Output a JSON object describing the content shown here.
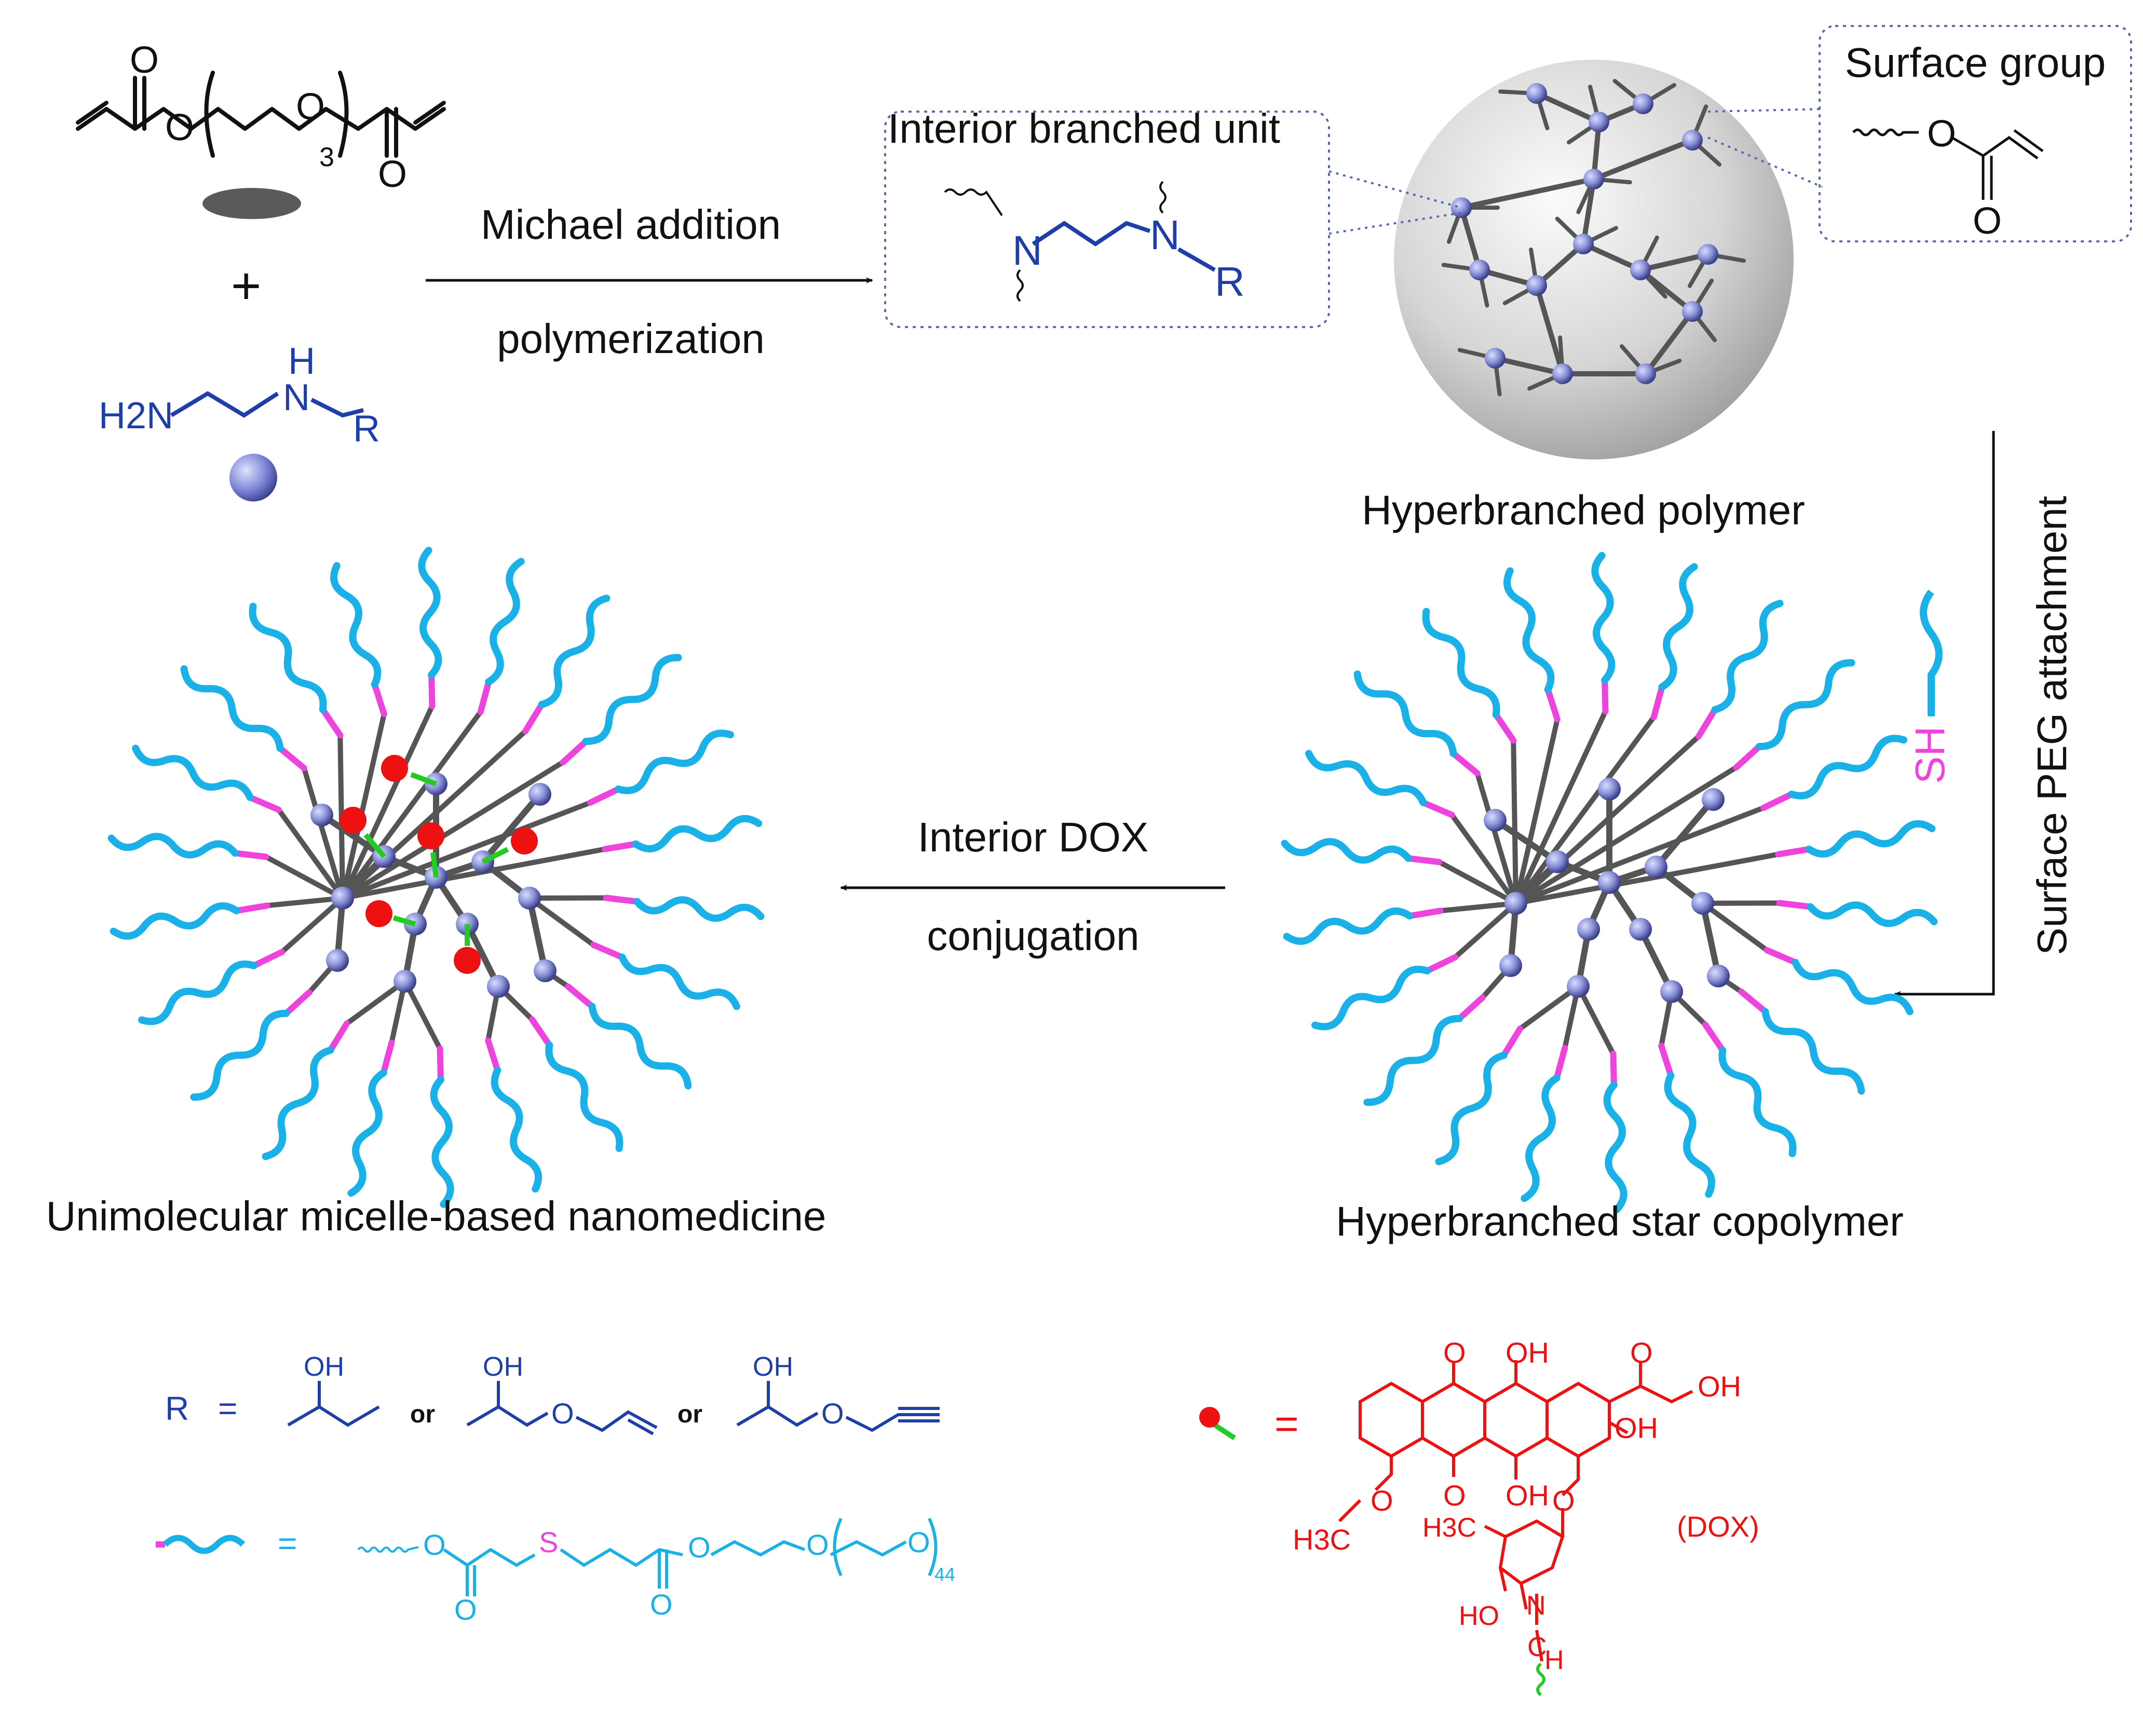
{
  "step1": {
    "arrow_label_top": "Michael addition",
    "arrow_label_bottom": "polymerization"
  },
  "reactants": {
    "plus": "+",
    "subscript_3": "3",
    "atom_o": "O",
    "amine_h": "H",
    "amine_h2n": "H2N",
    "amine_n": "N",
    "amine_r": "R"
  },
  "interior_unit": {
    "label": "Interior branched unit",
    "atom_n": "N",
    "atom_r": "R"
  },
  "surface_group": {
    "label": "Surface group",
    "atom_o": "O"
  },
  "hyperbranched_polymer": {
    "caption": "Hyperbranched polymer"
  },
  "step2": {
    "label": "Surface PEG attachment",
    "thiol_label": "SH"
  },
  "star_copolymer": {
    "caption": "Hyperbranched star copolymer"
  },
  "step3": {
    "arrow_label_top": "Interior  DOX",
    "arrow_label_bottom": "conjugation"
  },
  "micelle": {
    "caption": "Unimolecular micelle-based nanomedicine"
  },
  "legend": {
    "r_symbol": "R",
    "equals": "=",
    "oh": "OH",
    "or": "or",
    "atom_o": "O",
    "atom_s": "S",
    "peg_subscript": "44"
  },
  "dox": {
    "equals": "=",
    "o": "O",
    "oh": "OH",
    "h3c": "H3C",
    "ho": "HO",
    "n": "N",
    "c": "C",
    "h": "H",
    "label": "(DOX)"
  },
  "colors": {
    "black": "#111111",
    "blue_chem": "#1f3fa8",
    "cyan_peg": "#1ab0e8",
    "magenta_linker": "#ee44dd",
    "red_dox": "#ee1111",
    "green_bond": "#22cc22",
    "gray_arm": "#555555",
    "node_blue": "#8a93d8",
    "sphere_gray": "#c8c8c8"
  }
}
